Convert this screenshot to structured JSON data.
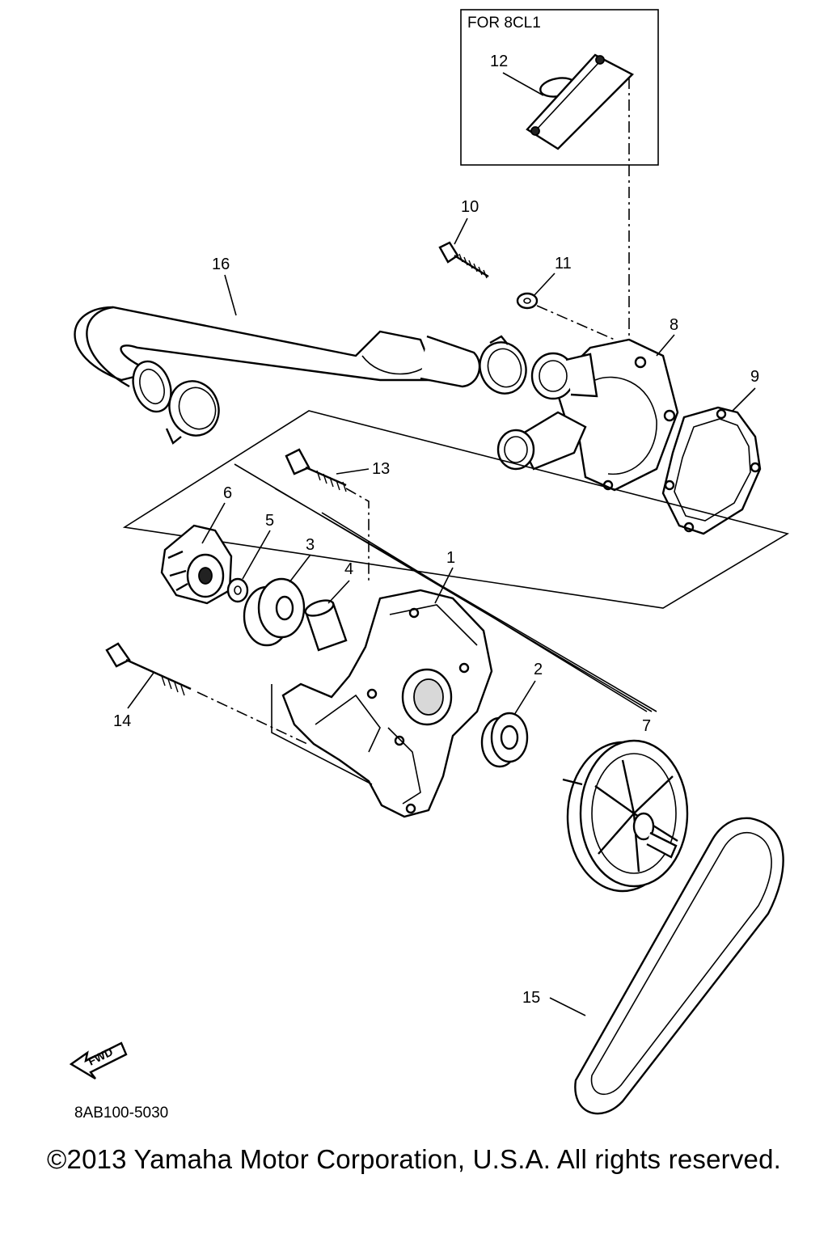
{
  "diagram": {
    "inset_label": "FOR 8CL1",
    "fwd_label": "FWD",
    "diagram_code": "8AB100-5030",
    "callouts": {
      "c1": "1",
      "c2": "2",
      "c3": "3",
      "c4": "4",
      "c5": "5",
      "c6": "6",
      "c7": "7",
      "c8": "8",
      "c9": "9",
      "c10": "10",
      "c11": "11",
      "c12": "12",
      "c13": "13",
      "c14": "14",
      "c15": "15",
      "c16": "16"
    }
  },
  "footer": {
    "copyright": "©2013 Yamaha Motor Corporation, U.S.A. All rights reserved."
  }
}
